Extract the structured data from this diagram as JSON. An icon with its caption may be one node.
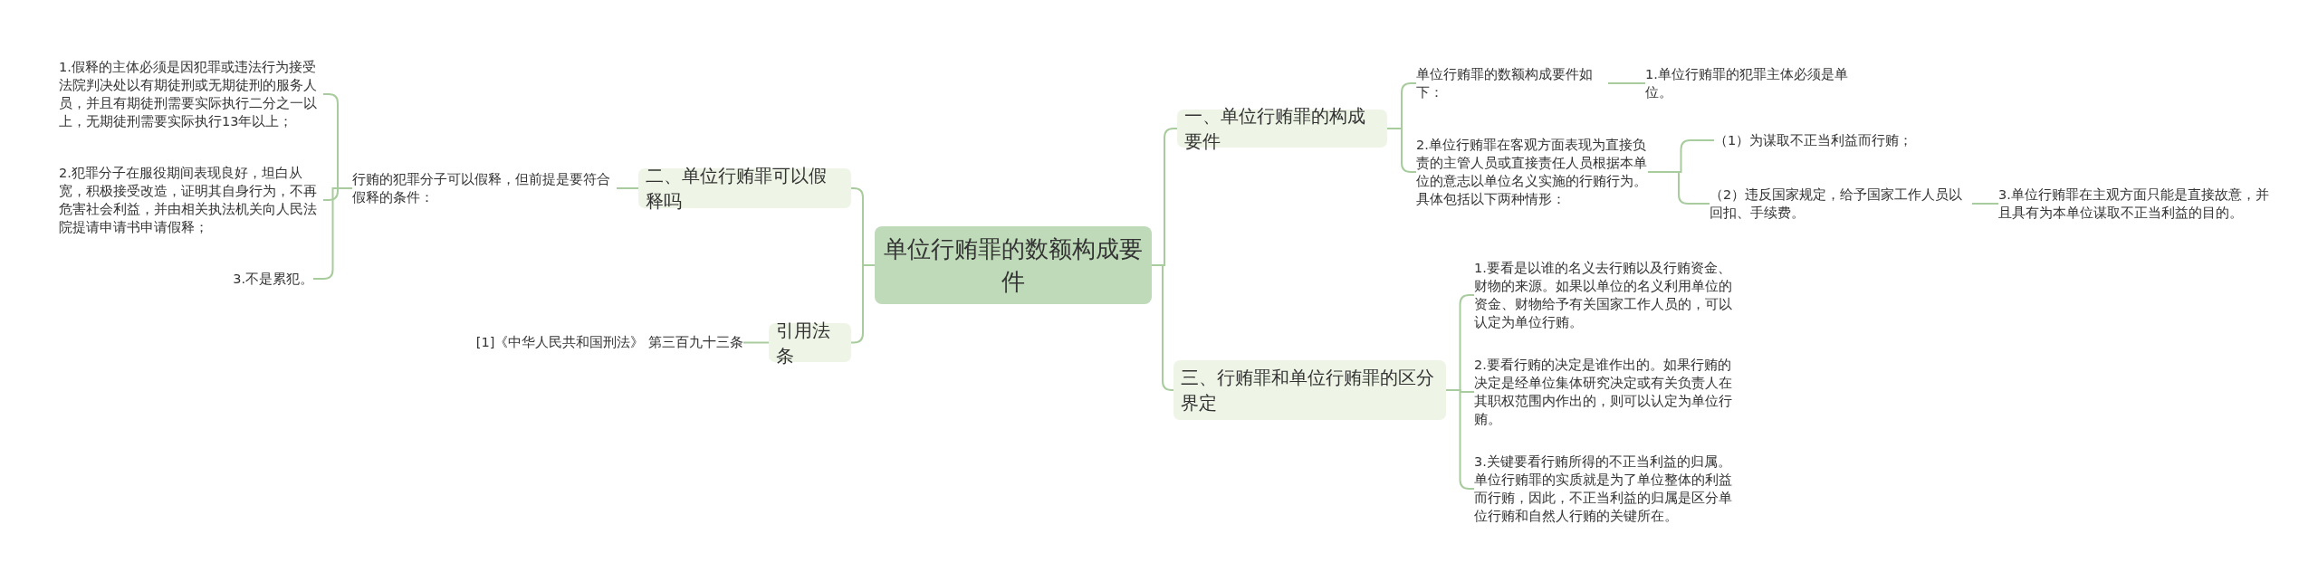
{
  "diagram": {
    "nodes": [
      {
        "text": [
          "单位行贿罪的数额构成要件"
        ]
      },
      {
        "text": [
          "一、单位行贿罪的构成要件"
        ]
      },
      {
        "text": [
          "单位行贿罪的数额构成要件如下："
        ]
      },
      {
        "text": [
          "1.单位行贿罪的犯罪主体必须是单位。"
        ]
      },
      {
        "text": [
          "2.单位行贿罪在客观方面表现为直接负责的主管人员或直接责任人员根据本单位的意志以单位名义实施的行贿行为。具体包括以下两种情形："
        ]
      },
      {
        "text": [
          "（1）为谋取不正当利益而行贿；"
        ]
      },
      {
        "text": [
          "（2）违反国家规定，给予国家工作人员以回扣、手续费。"
        ]
      },
      {
        "text": [
          "3.单位行贿罪在主观方面只能是直接故意，并且具有为本单位谋取不正当利益的目的。"
        ]
      },
      {
        "text": [
          "三、行贿罪和单位行贿罪的区分界定"
        ]
      },
      {
        "text": [
          "1.要看是以谁的名义去行贿以及行贿资金、财物的来源。如果以单位的名义利用单位的资金、财物给予有关国家工作人员的，可以认定为单位行贿。"
        ]
      },
      {
        "text": [
          "2.要看行贿的决定是谁作出的。如果行贿的决定是经单位集体研究决定或有关负责人在其职权范围内作出的，则可以认定为单位行贿。"
        ]
      },
      {
        "text": [
          "3.关键要看行贿所得的不正当利益的归属。单位行贿罪的实质就是为了单位整体的利益而行贿，因此，不正当利益的归属是区分单位行贿和自然人行贿的关键所在。"
        ]
      },
      {
        "text": [
          "二、单位行贿罪可以假释吗"
        ]
      },
      {
        "text": [
          "行贿的犯罪分子可以假释，但前提是要符合假释的条件："
        ]
      },
      {
        "text": [
          "1.假释的主体必须是因犯罪或违法行为接受法院判决处以有期徒刑或无期徒刑的服务人员，并且有期徒刑需要实际执行二分之一以上，无期徒刑需要实际执行13年以上；"
        ]
      },
      {
        "text": [
          "2.犯罪分子在服役期间表现良好，坦白从宽，积极接受改造，证明其自身行为，不再危害社会利益，并由相关执法机关向人民法院提请申请书申请假释；"
        ]
      },
      {
        "text": [
          "3.不是累犯。"
        ]
      },
      {
        "text": [
          "引用法条"
        ]
      },
      {
        "text": [
          "[1]《中华人民共和国刑法》 第三百九十三条"
        ]
      }
    ],
    "edges": [
      {
        "from": 0,
        "to": 1,
        "arrow": "none"
      },
      {
        "from": 0,
        "to": 8,
        "arrow": "none"
      },
      {
        "from": 0,
        "to": 12,
        "arrow": "none"
      },
      {
        "from": 0,
        "to": 17,
        "arrow": "none"
      },
      {
        "from": 1,
        "to": 2,
        "arrow": "none"
      },
      {
        "from": 1,
        "to": 4,
        "arrow": "none"
      },
      {
        "from": 2,
        "to": 3,
        "arrow": "none"
      },
      {
        "from": 4,
        "to": 5,
        "arrow": "none"
      },
      {
        "from": 4,
        "to": 6,
        "arrow": "none"
      },
      {
        "from": 6,
        "to": 7,
        "arrow": "none"
      },
      {
        "from": 8,
        "to": 9,
        "arrow": "none"
      },
      {
        "from": 8,
        "to": 10,
        "arrow": "none"
      },
      {
        "from": 8,
        "to": 11,
        "arrow": "none"
      },
      {
        "from": 12,
        "to": 13,
        "arrow": "none"
      },
      {
        "from": 13,
        "to": 14,
        "arrow": "none"
      },
      {
        "from": 13,
        "to": 15,
        "arrow": "none"
      },
      {
        "from": 13,
        "to": 16,
        "arrow": "none"
      },
      {
        "from": 17,
        "to": 18,
        "arrow": "none"
      }
    ]
  }
}
